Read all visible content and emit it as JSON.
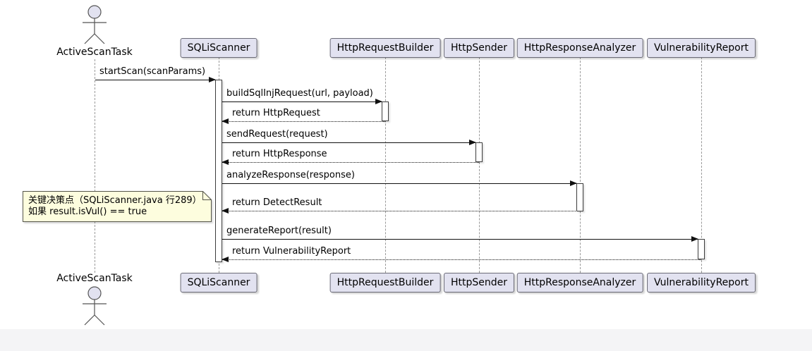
{
  "diagram_type": "uml-sequence",
  "actor": {
    "label": "ActiveScanTask"
  },
  "participants": [
    {
      "label": "SQLiScanner"
    },
    {
      "label": "HttpRequestBuilder"
    },
    {
      "label": "HttpSender"
    },
    {
      "label": "HttpResponseAnalyzer"
    },
    {
      "label": "VulnerabilityReport"
    }
  ],
  "messages": [
    {
      "label": "startScan(scanParams)",
      "from": "ActiveScanTask",
      "to": "SQLiScanner",
      "kind": "solid"
    },
    {
      "label": "buildSqlInjRequest(url, payload)",
      "from": "SQLiScanner",
      "to": "HttpRequestBuilder",
      "kind": "solid"
    },
    {
      "label": "return HttpRequest",
      "from": "HttpRequestBuilder",
      "to": "SQLiScanner",
      "kind": "return"
    },
    {
      "label": "sendRequest(request)",
      "from": "SQLiScanner",
      "to": "HttpSender",
      "kind": "solid"
    },
    {
      "label": "return HttpResponse",
      "from": "HttpSender",
      "to": "SQLiScanner",
      "kind": "return"
    },
    {
      "label": "analyzeResponse(response)",
      "from": "SQLiScanner",
      "to": "HttpResponseAnalyzer",
      "kind": "solid"
    },
    {
      "label": "return DetectResult",
      "from": "HttpResponseAnalyzer",
      "to": "SQLiScanner",
      "kind": "return"
    },
    {
      "label": "generateReport(result)",
      "from": "SQLiScanner",
      "to": "VulnerabilityReport",
      "kind": "solid"
    },
    {
      "label": "return VulnerabilityReport",
      "from": "VulnerabilityReport",
      "to": "SQLiScanner",
      "kind": "return"
    }
  ],
  "note": {
    "line1": "关键决策点（SQLiScanner.java 行289）",
    "line2": "如果 result.isVul() == true"
  },
  "colors": {
    "participant_fill": "#E2E2F0",
    "participant_border": "#6A6A76",
    "note_fill": "#FDFDDE",
    "note_border": "#55554A",
    "lifeline": "#9A9A9A",
    "message_line": "#111111",
    "background": "#FFFFFF"
  }
}
